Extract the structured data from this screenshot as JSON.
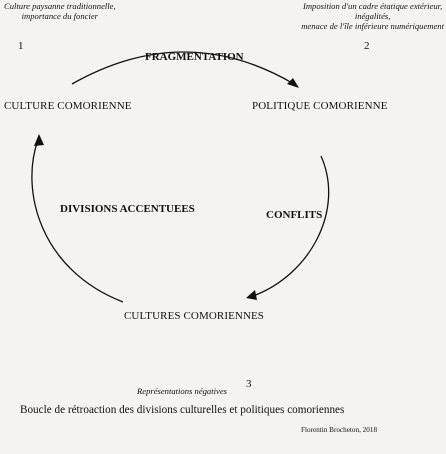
{
  "notes": {
    "top_left": [
      "Culture paysanne traditionnelle,",
      "importance du foncier"
    ],
    "top_right": [
      "Imposition d'un cadre étatique extérieur,",
      "inégalités,",
      "menace de l'île inférieure numériquement"
    ],
    "bottom": "Représentations négatives"
  },
  "numbers": {
    "n1": "1",
    "n2": "2",
    "n3": "3"
  },
  "nodes": {
    "culture": "CULTURE COMORIENNE",
    "politique": "POLITIQUE COMORIENNE",
    "cultures": "CULTURES COMORIENNES"
  },
  "edges": {
    "fragmentation": "FRAGMENTATION",
    "conflits": "CONFLITS",
    "divisions": "DIVISIONS ACCENTUEES"
  },
  "caption": "Boucle de rétroaction des divisions culturelles et politiques comoriennes",
  "credit": "Florentin Brocheton, 2018"
}
